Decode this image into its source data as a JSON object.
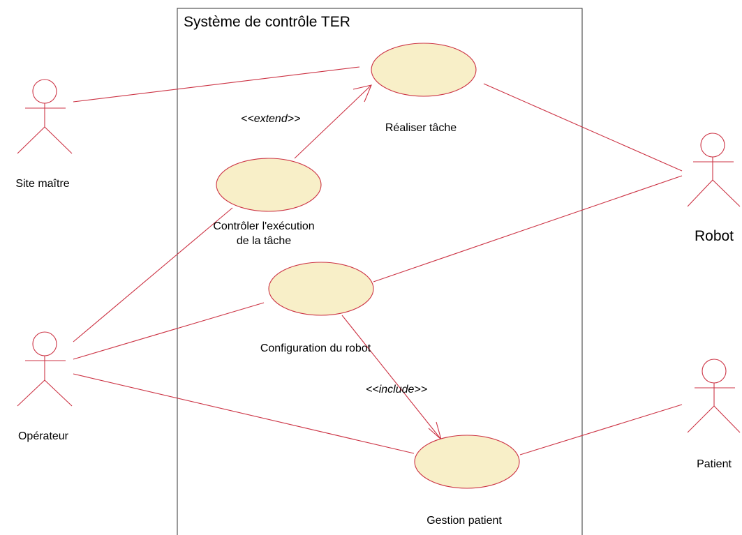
{
  "system": {
    "title": "Système de contrôle TER"
  },
  "actors": {
    "site_maitre": "Site maître",
    "operateur": "Opérateur",
    "robot": "Robot",
    "patient": "Patient"
  },
  "use_cases": {
    "realiser_tache": "Réaliser tâche",
    "controler_line1": "Contrôler l'exécution",
    "controler_line2": "de la tâche",
    "configuration": "Configuration du robot",
    "gestion_patient": "Gestion patient"
  },
  "stereotypes": {
    "extend": "<<extend>>",
    "include": "<<include>>"
  },
  "colors": {
    "line": "#cc3344",
    "use_case_fill": "#f8efc8",
    "frame": "#333333"
  }
}
